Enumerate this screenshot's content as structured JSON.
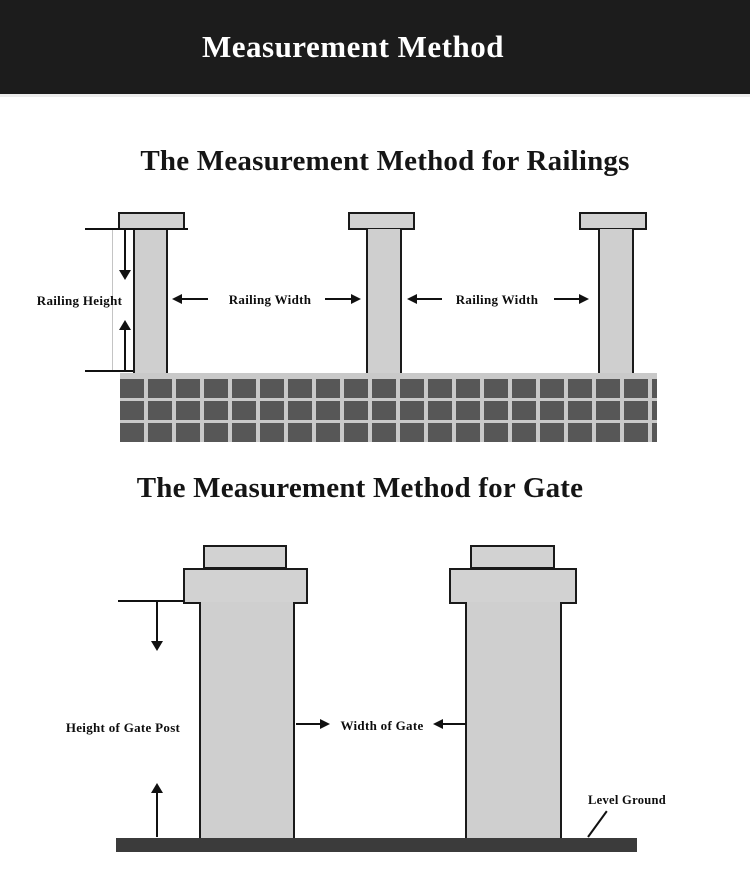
{
  "header": {
    "title": "Measurement Method"
  },
  "railings_section": {
    "title": "The Measurement Method for Railings",
    "height_label": "Railing Height",
    "width_label_1": "Railing Width",
    "width_label_2": "Railing Width"
  },
  "gate_section": {
    "title": "The Measurement Method for Gate",
    "post_height_label": "Height of Gate Post",
    "gate_width_label": "Width of Gate",
    "level_ground_label": "Level Ground"
  },
  "colors": {
    "header_bg": "#1c1c1c",
    "header_text": "#ffffff",
    "title_text": "#151515",
    "post_fill": "#d0d0d0",
    "post_border": "#1a1a1a",
    "brick": "#575757",
    "mortar": "#c9c9c9",
    "ground": "#3b3b3b",
    "line": "#111111"
  }
}
